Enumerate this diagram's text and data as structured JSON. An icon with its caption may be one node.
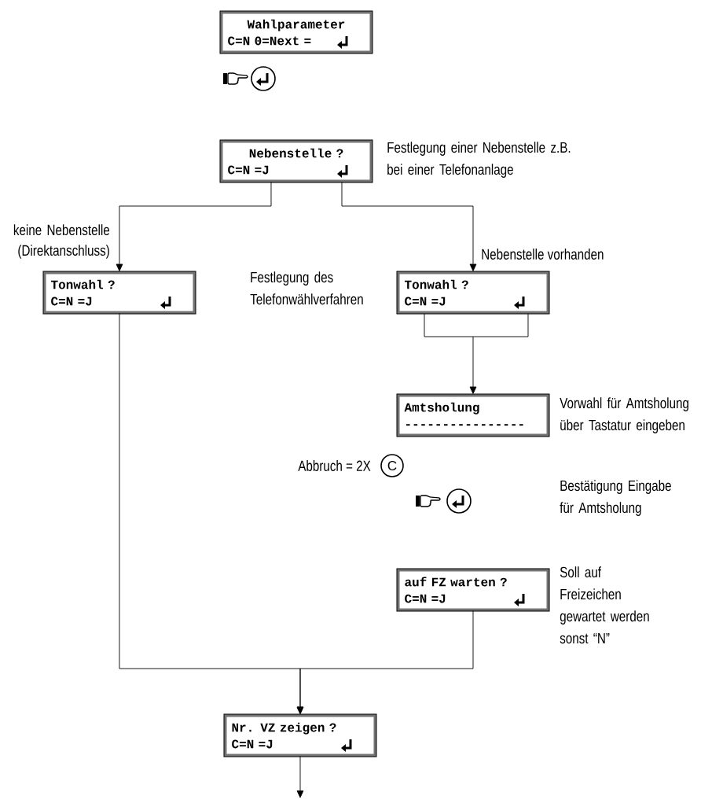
{
  "diagram": {
    "nodes": [
      {
        "text": [
          "Wahlparameter",
          "C=N 0=Next ="
        ]
      },
      {
        "text": [
          "Nebenstelle ?",
          "C=N =J"
        ],
        "beside": [
          "Festlegung einer Nebenstelle z.B. bei einer Telefonanlage"
        ]
      },
      {
        "text": [
          "Tonwahl ?",
          "C=N =J"
        ]
      },
      {
        "text": [
          "Tonwahl ?",
          "C=N =J"
        ]
      },
      {
        "text": [
          "Amtsholung",
          "----------------"
        ],
        "beside": [
          "Vorwahl für Amtsholung über Tastatur eingeben"
        ]
      },
      {
        "text": [
          "auf FZ warten ?",
          "C=N =J"
        ],
        "beside": [
          "Soll auf Freizeichen gewartet werden sonst “N”"
        ]
      },
      {
        "text": [
          "Nr. VZ zeigen ?",
          "C=N =J"
        ]
      }
    ],
    "edges": [
      {
        "from": 1,
        "to": 2,
        "arrow": "to",
        "label": "keine Nebenstelle (Direktanschluss)"
      },
      {
        "from": 1,
        "to": 3,
        "arrow": "to",
        "label": "Nebenstelle vorhanden"
      },
      {
        "from": 3,
        "to": 4,
        "arrow": "to"
      },
      {
        "from": 2,
        "to": 6,
        "arrow": "to"
      },
      {
        "from": 5,
        "to": 6,
        "arrow": "to"
      },
      {
        "from": 6,
        "to": null,
        "arrow": "to"
      }
    ],
    "labels": [
      "Festlegung des Telefonwählverfahren",
      "Abbruch = 2X",
      "C",
      "Bestätigung Eingabe für Amtsholung"
    ]
  }
}
